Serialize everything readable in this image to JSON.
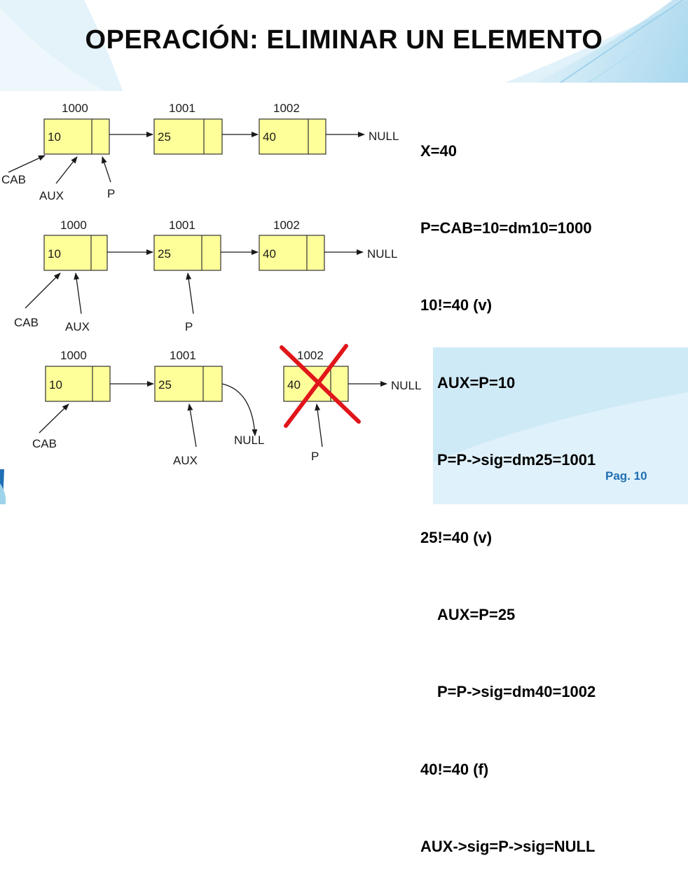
{
  "slide": {
    "title": "OPERACIÓN: ELIMINAR UN ELEMENTO",
    "page_label": "Pag. 10",
    "accent_color": "#1f6fb3",
    "node_fill": "#ffff99",
    "cross_color": "#e0161b"
  },
  "steps": [
    "X=40",
    "P=CAB=10=dm10=1000",
    "10!=40 (v)",
    "AUX=P=10",
    "P=P->sig=dm25=1001",
    "25!=40 (v)",
    "AUX=P=25",
    "P=P->sig=dm40=1002",
    "40!=40 (f)",
    "AUX->sig=P->sig=NULL"
  ],
  "diagrams": [
    {
      "addresses": [
        "1000",
        "1001",
        "1002"
      ],
      "values": [
        "10",
        "25",
        "40"
      ],
      "null_label": "NULL",
      "pointers": [
        "CAB",
        "AUX",
        "P"
      ]
    },
    {
      "addresses": [
        "1000",
        "1001",
        "1002"
      ],
      "values": [
        "10",
        "25",
        "40"
      ],
      "null_label": "NULL",
      "pointers": [
        "CAB",
        "AUX",
        "P"
      ]
    },
    {
      "addresses": [
        "1000",
        "1001",
        "1002"
      ],
      "values": [
        "10",
        "25",
        "40"
      ],
      "null_label": "NULL",
      "aux_null_label": "NULL",
      "pointers": [
        "CAB",
        "AUX",
        "P"
      ]
    }
  ]
}
